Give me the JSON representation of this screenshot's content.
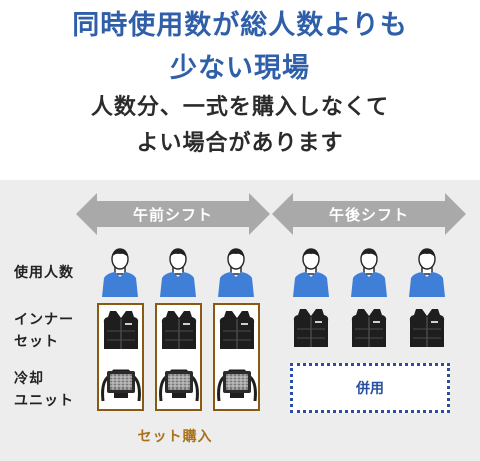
{
  "headline": {
    "line1": "同時使用数が総人数よりも",
    "line2": "少ない現場"
  },
  "subhead": {
    "line1": "人数分、一式を購入しなくて",
    "line2": "よい場合があります"
  },
  "shifts": {
    "morning": "午前シフト",
    "afternoon": "午後シフト"
  },
  "rows": {
    "users": "使用人数",
    "inner_line1": "インナー",
    "inner_line2": "セット",
    "cooling_line1": "冷却",
    "cooling_line2": "ユニット"
  },
  "shared_label": "併用",
  "set_purchase_label": "セット購入",
  "colors": {
    "headline": "#2f5fa8",
    "arrow": "#a9a9a9",
    "person_shirt": "#3f7fd8",
    "set_border": "#8a5a12",
    "shared_border": "#2a4fa0",
    "set_label": "#a8721a"
  },
  "icons": {
    "person": "person-icon",
    "vest": "vest-icon",
    "cooler": "cooling-unit-icon"
  }
}
